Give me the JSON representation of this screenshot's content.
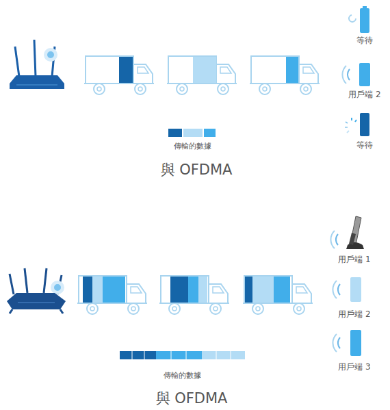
{
  "diagram": {
    "labels": [
      "等待",
      "用戶端 2",
      "等待",
      "傳輸的數據",
      "與 OFDMA",
      "用戶端 1",
      "用戶端 2",
      "用戶端 3",
      "傳輸的數據",
      "與 OFDMA"
    ]
  }
}
